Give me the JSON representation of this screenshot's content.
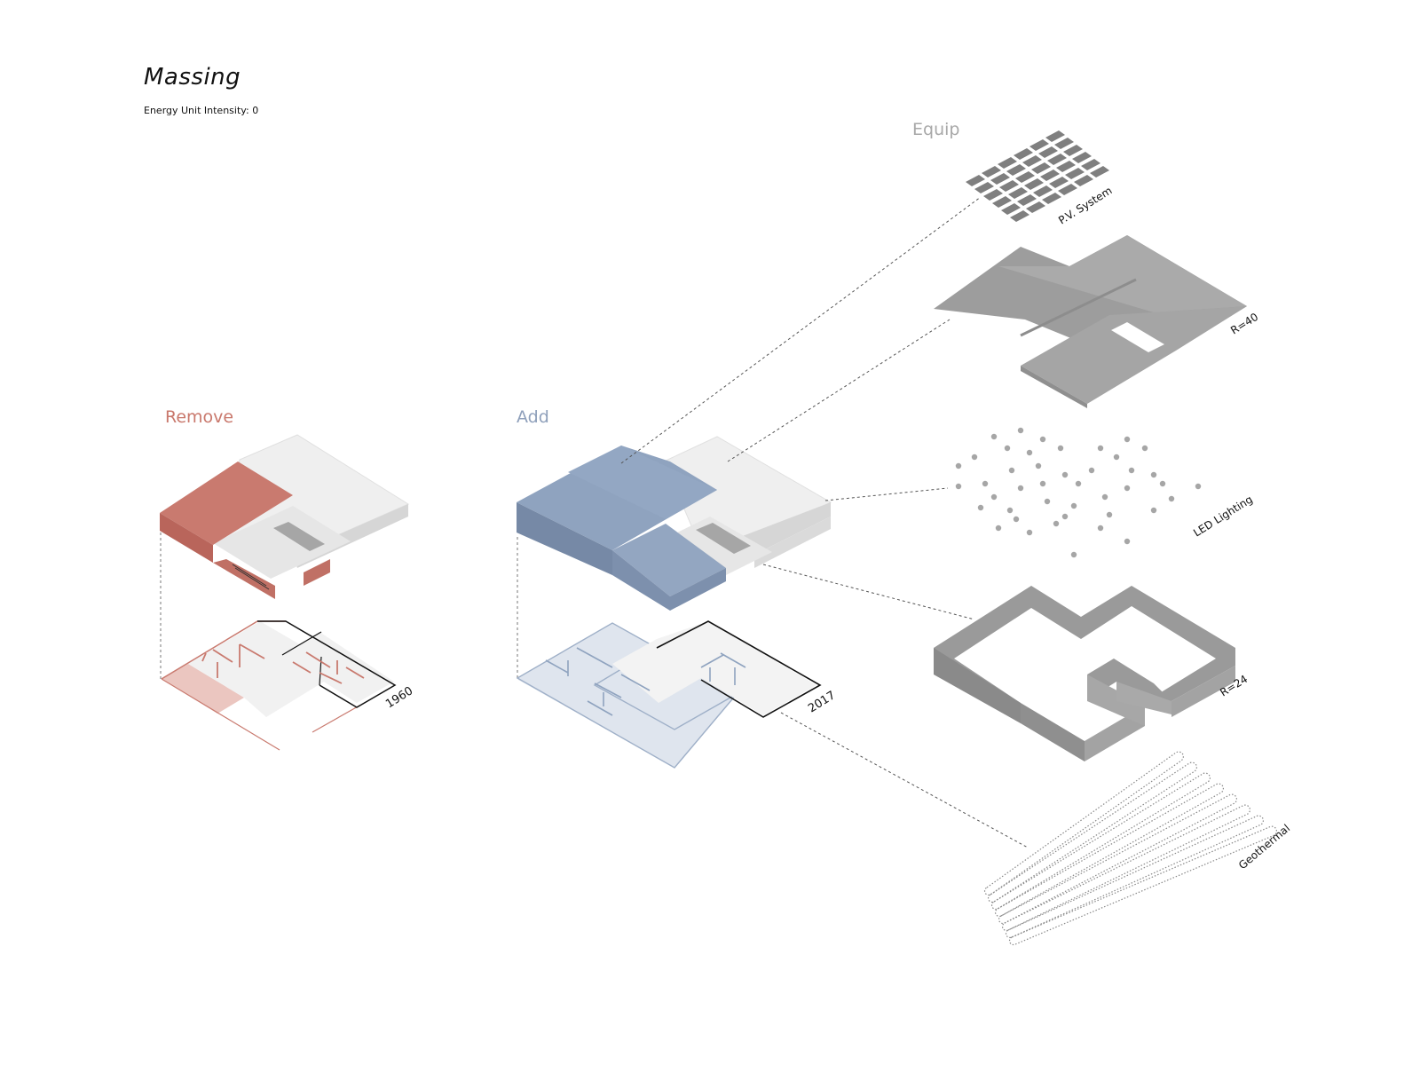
{
  "header": {
    "title": "Massing",
    "metric_label": "Energy Unit Intensity:",
    "metric_value": "0"
  },
  "sections": {
    "remove": "Remove",
    "add": "Add",
    "equip": "Equip"
  },
  "plans": {
    "existing_year": "1960",
    "new_year": "2017"
  },
  "equipment": [
    {
      "label": "P.V. System"
    },
    {
      "label": "R=40"
    },
    {
      "label": "LED Lighting"
    },
    {
      "label": "R=24"
    },
    {
      "label": "Geothermal"
    }
  ],
  "colors": {
    "remove": "#c97a6f",
    "remove_dark": "#b9655b",
    "add": "#8fa3bf",
    "add_dark": "#7689a6",
    "add_plan": "#dfe5ee",
    "roof_light": "#ececec",
    "equip_gray": "#9b9b9b",
    "equip_dark": "#8a8a8a",
    "section_remove_text": "#c9786c",
    "section_add_text": "#8fa0bb",
    "section_equip_text": "#a8a8a8"
  }
}
